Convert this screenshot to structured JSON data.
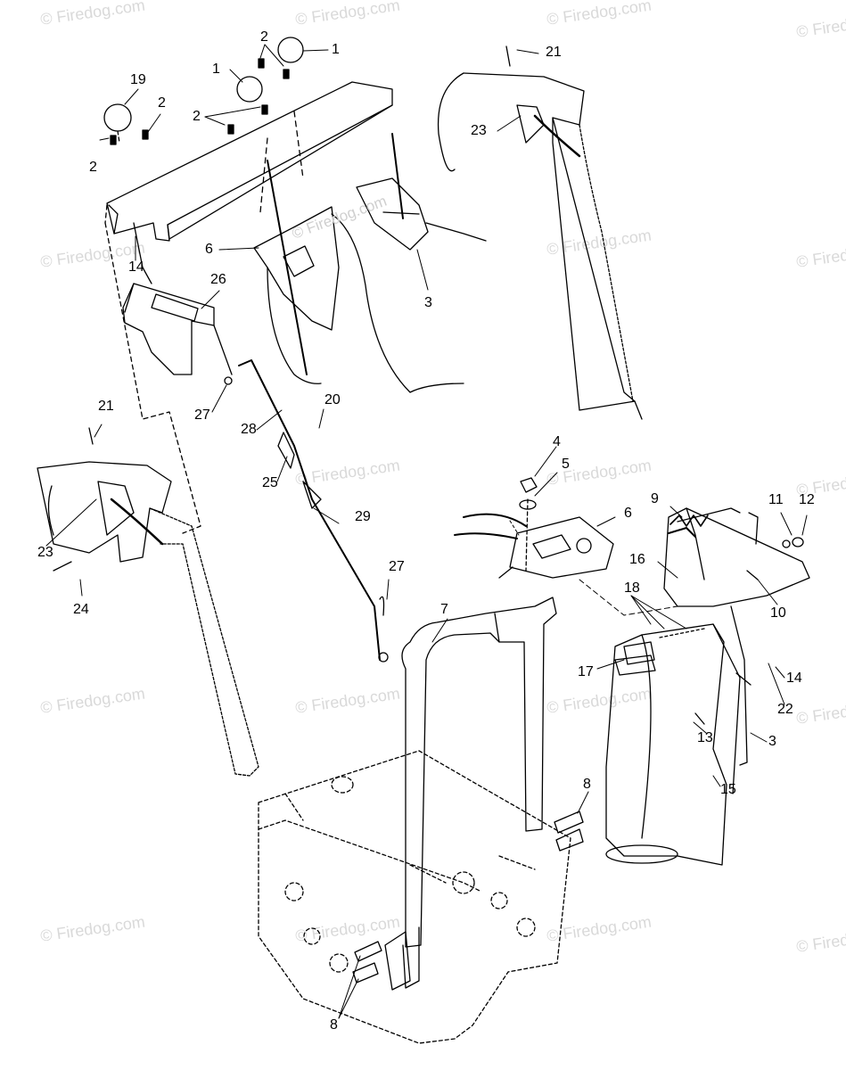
{
  "watermark": "© Firedog.com",
  "diagram_watermark": "© Firedog.com",
  "callouts": [
    "1",
    "1",
    "2",
    "2",
    "2",
    "2",
    "19",
    "21",
    "23",
    "6",
    "3",
    "14",
    "26",
    "27",
    "28",
    "20",
    "25",
    "21",
    "24",
    "23",
    "29",
    "27",
    "4",
    "5",
    "6",
    "9",
    "11",
    "12",
    "16",
    "10",
    "18",
    "7",
    "17",
    "14",
    "22",
    "13",
    "3",
    "15",
    "8",
    "8"
  ]
}
